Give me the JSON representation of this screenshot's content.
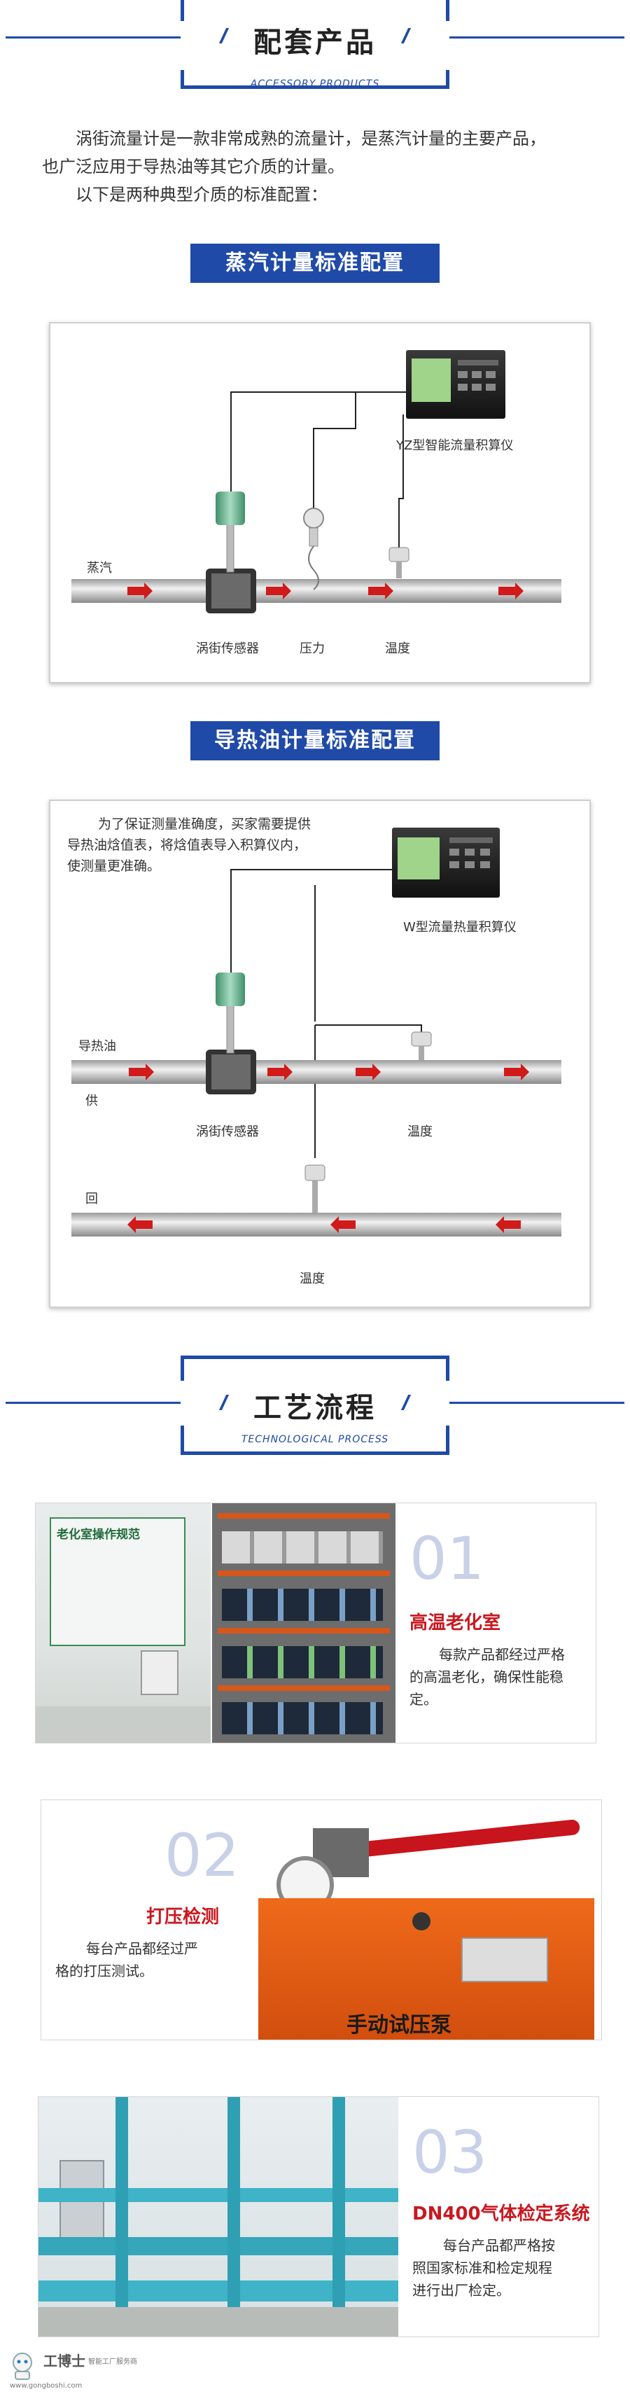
{
  "section1": {
    "title": "配套产品",
    "subtitle": "ACCESSORY PRODUCTS"
  },
  "intro": {
    "line1": "涡街流量计是一款非常成熟的流量计，是蒸汽计量的主要产品，",
    "line2": "也广泛应用于导热油等其它介质的计量。",
    "line3": "以下是两种典型介质的标准配置："
  },
  "steam": {
    "banner": "蒸汽计量标准配置",
    "medium": "蒸汽",
    "instrument": "YZ型智能流量积算仪",
    "sensor": "涡街传感器",
    "pressure": "压力",
    "temperature": "温度"
  },
  "oil": {
    "banner": "导热油计量标准配置",
    "note1": "为了保证测量准确度，买家需要提供",
    "note2": "导热油焓值表，将焓值表导入积算仪内，",
    "note3": "使测量更准确。",
    "instrument": "W型流量热量积算仪",
    "medium": "导热油",
    "supply": "供",
    "return": "回",
    "sensor": "涡街传感器",
    "temperature1": "温度",
    "temperature2": "温度"
  },
  "section2": {
    "title": "工艺流程",
    "subtitle": "TECHNOLOGICAL PROCESS"
  },
  "steps": [
    {
      "num": "01",
      "title": "高温老化室",
      "desc1": "每款产品都经过严格",
      "desc2": "的高温老化，确保性能稳",
      "desc3": "定。"
    },
    {
      "num": "02",
      "title": "打压检测",
      "desc1": "每台产品都经过严",
      "desc2": "格的打压测试。",
      "desc3": ""
    },
    {
      "num": "03",
      "title": "DN400气体检定系统",
      "desc1": "每台产品都严格按",
      "desc2": "照国家标准和检定规程",
      "desc3": "进行出厂检定。"
    }
  ],
  "photo_texts": {
    "aging_board": "老化室操作规范",
    "pump_label": "手动试压泵"
  },
  "watermark": {
    "brand": "工博士",
    "tagline": "智能工厂服务商",
    "url": "www.gongboshi.com"
  },
  "colors": {
    "brand_blue": "#1f4aa8",
    "accent_red": "#c9181f",
    "number_gray": "#c8d1e8"
  }
}
